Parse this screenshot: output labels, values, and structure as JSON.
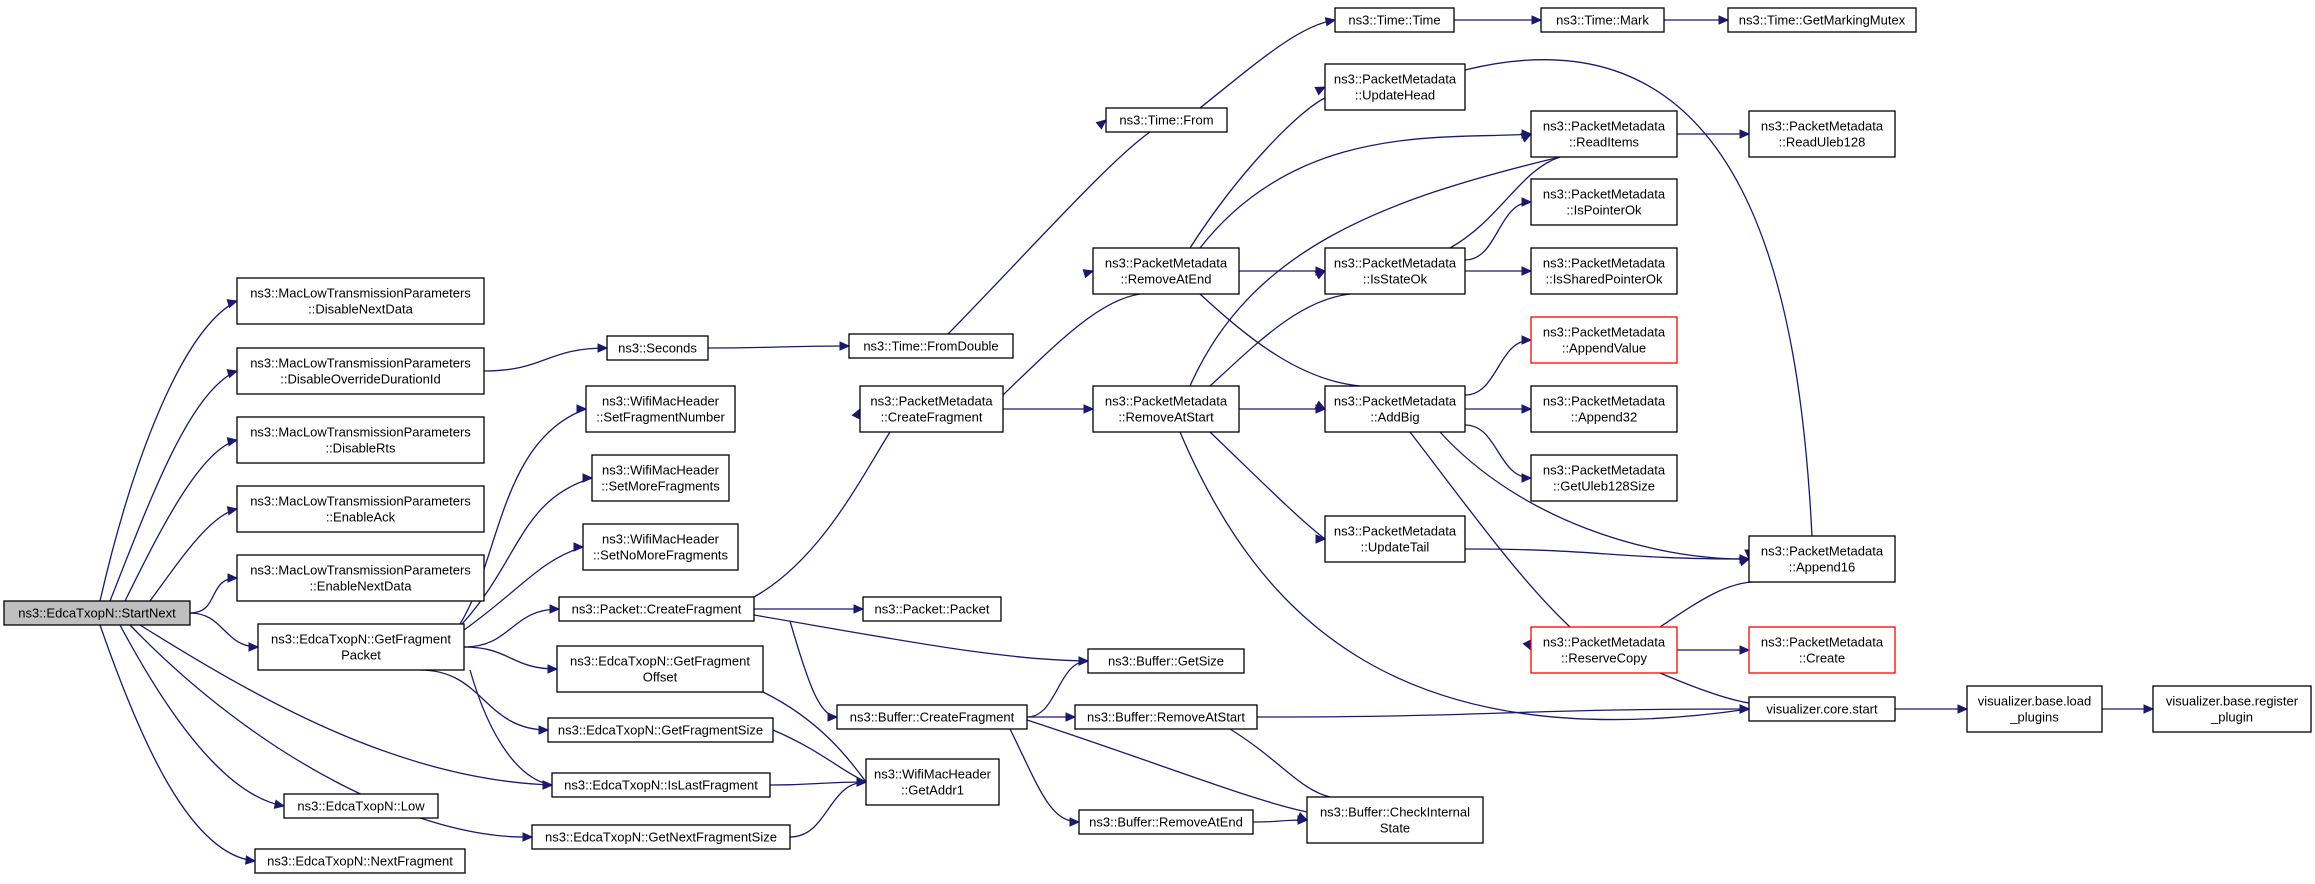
{
  "nodes": {
    "startnext": [
      "ns3::EdcaTxopN::StartNext"
    ],
    "disable_next_data": [
      "ns3::MacLowTransmissionParameters",
      "::DisableNextData"
    ],
    "disable_override": [
      "ns3::MacLowTransmissionParameters",
      "::DisableOverrideDurationId"
    ],
    "disable_rts": [
      "ns3::MacLowTransmissionParameters",
      "::DisableRts"
    ],
    "enable_ack": [
      "ns3::MacLowTransmissionParameters",
      "::EnableAck"
    ],
    "enable_next_data": [
      "ns3::MacLowTransmissionParameters",
      "::EnableNextData"
    ],
    "get_fragment_packet": [
      "ns3::EdcaTxopN::GetFragment",
      "Packet"
    ],
    "low": [
      "ns3::EdcaTxopN::Low"
    ],
    "next_fragment": [
      "ns3::EdcaTxopN::NextFragment"
    ],
    "seconds": [
      "ns3::Seconds"
    ],
    "set_fragment_number": [
      "ns3::WifiMacHeader",
      "::SetFragmentNumber"
    ],
    "set_more_fragments": [
      "ns3::WifiMacHeader",
      "::SetMoreFragments"
    ],
    "set_no_more_fragments": [
      "ns3::WifiMacHeader",
      "::SetNoMoreFragments"
    ],
    "packet_create_fragment": [
      "ns3::Packet::CreateFragment"
    ],
    "get_fragment_offset": [
      "ns3::EdcaTxopN::GetFragment",
      "Offset"
    ],
    "get_fragment_size": [
      "ns3::EdcaTxopN::GetFragmentSize"
    ],
    "is_last_fragment": [
      "ns3::EdcaTxopN::IsLastFragment"
    ],
    "get_next_fragment_size": [
      "ns3::EdcaTxopN::GetNextFragmentSize"
    ],
    "time_from_double": [
      "ns3::Time::FromDouble"
    ],
    "pm_create_fragment": [
      "ns3::PacketMetadata",
      "::CreateFragment"
    ],
    "packet_packet": [
      "ns3::Packet::Packet"
    ],
    "buffer_create_fragment": [
      "ns3::Buffer::CreateFragment"
    ],
    "get_addr1": [
      "ns3::WifiMacHeader",
      "::GetAddr1"
    ],
    "time_from": [
      "ns3::Time::From"
    ],
    "remove_at_end": [
      "ns3::PacketMetadata",
      "::RemoveAtEnd"
    ],
    "remove_at_start": [
      "ns3::PacketMetadata",
      "::RemoveAtStart"
    ],
    "buffer_get_size": [
      "ns3::Buffer::GetSize"
    ],
    "buffer_remove_at_start": [
      "ns3::Buffer::RemoveAtStart"
    ],
    "buffer_remove_at_end": [
      "ns3::Buffer::RemoveAtEnd"
    ],
    "time_time": [
      "ns3::Time::Time"
    ],
    "update_head": [
      "ns3::PacketMetadata",
      "::UpdateHead"
    ],
    "is_state_ok": [
      "ns3::PacketMetadata",
      "::IsStateOk"
    ],
    "add_big": [
      "ns3::PacketMetadata",
      "::AddBig"
    ],
    "update_tail": [
      "ns3::PacketMetadata",
      "::UpdateTail"
    ],
    "check_internal_state": [
      "ns3::Buffer::CheckInternal",
      "State"
    ],
    "time_mark": [
      "ns3::Time::Mark"
    ],
    "read_items": [
      "ns3::PacketMetadata",
      "::ReadItems"
    ],
    "is_pointer_ok": [
      "ns3::PacketMetadata",
      "::IsPointerOk"
    ],
    "is_shared_pointer_ok": [
      "ns3::PacketMetadata",
      "::IsSharedPointerOk"
    ],
    "append_value": [
      "ns3::PacketMetadata",
      "::AppendValue"
    ],
    "append32": [
      "ns3::PacketMetadata",
      "::Append32"
    ],
    "get_uleb128_size": [
      "ns3::PacketMetadata",
      "::GetUleb128Size"
    ],
    "reserve_copy": [
      "ns3::PacketMetadata",
      "::ReserveCopy"
    ],
    "get_marking_mutex": [
      "ns3::Time::GetMarkingMutex"
    ],
    "read_uleb128": [
      "ns3::PacketMetadata",
      "::ReadUleb128"
    ],
    "append16": [
      "ns3::PacketMetadata",
      "::Append16"
    ],
    "pm_create": [
      "ns3::PacketMetadata",
      "::Create"
    ],
    "visualizer_core_start": [
      "visualizer.core.start"
    ],
    "visualizer_load_plugins": [
      "visualizer.base.load",
      "_plugins"
    ],
    "visualizer_register_plugin": [
      "visualizer.base.register",
      "_plugin"
    ]
  },
  "colors": {
    "edge": "#191970",
    "root_fill": "#bfbfbf",
    "truncated_border": "#ff0000",
    "border": "#000000"
  }
}
